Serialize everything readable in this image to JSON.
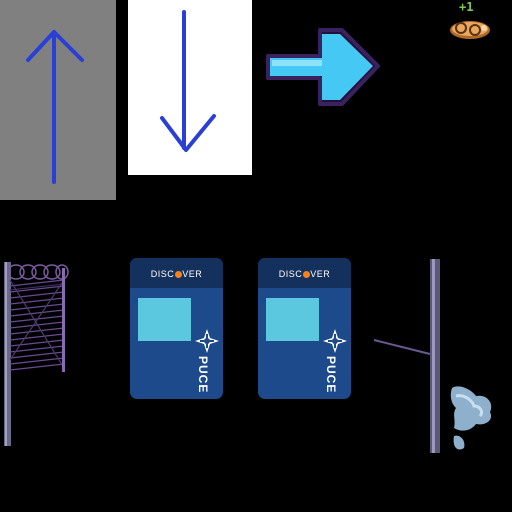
{
  "hud": {
    "score_delta": "+1"
  },
  "icons": {
    "up": "arrow-up-icon",
    "down": "arrow-down-icon",
    "right": "arrow-right-icon",
    "coin": "coin-icon",
    "emblem": "compass-emblem-icon"
  },
  "cards": [
    {
      "brand_left": "DISC",
      "brand_right": "VER",
      "vertical_text": "PUCE"
    },
    {
      "brand_left": "DISC",
      "brand_right": "VER",
      "vertical_text": "PUCE"
    }
  ],
  "colors": {
    "background": "#000000",
    "up_tile": "#808080",
    "down_tile": "#ffffff",
    "arrow_blue": "#2a3fd6",
    "right_arrow": "#46c8f5",
    "card_body": "#1c4a8a",
    "card_chip": "#5bc8e0",
    "brand_dot": "#f5821f",
    "score_green": "#7ec850"
  }
}
